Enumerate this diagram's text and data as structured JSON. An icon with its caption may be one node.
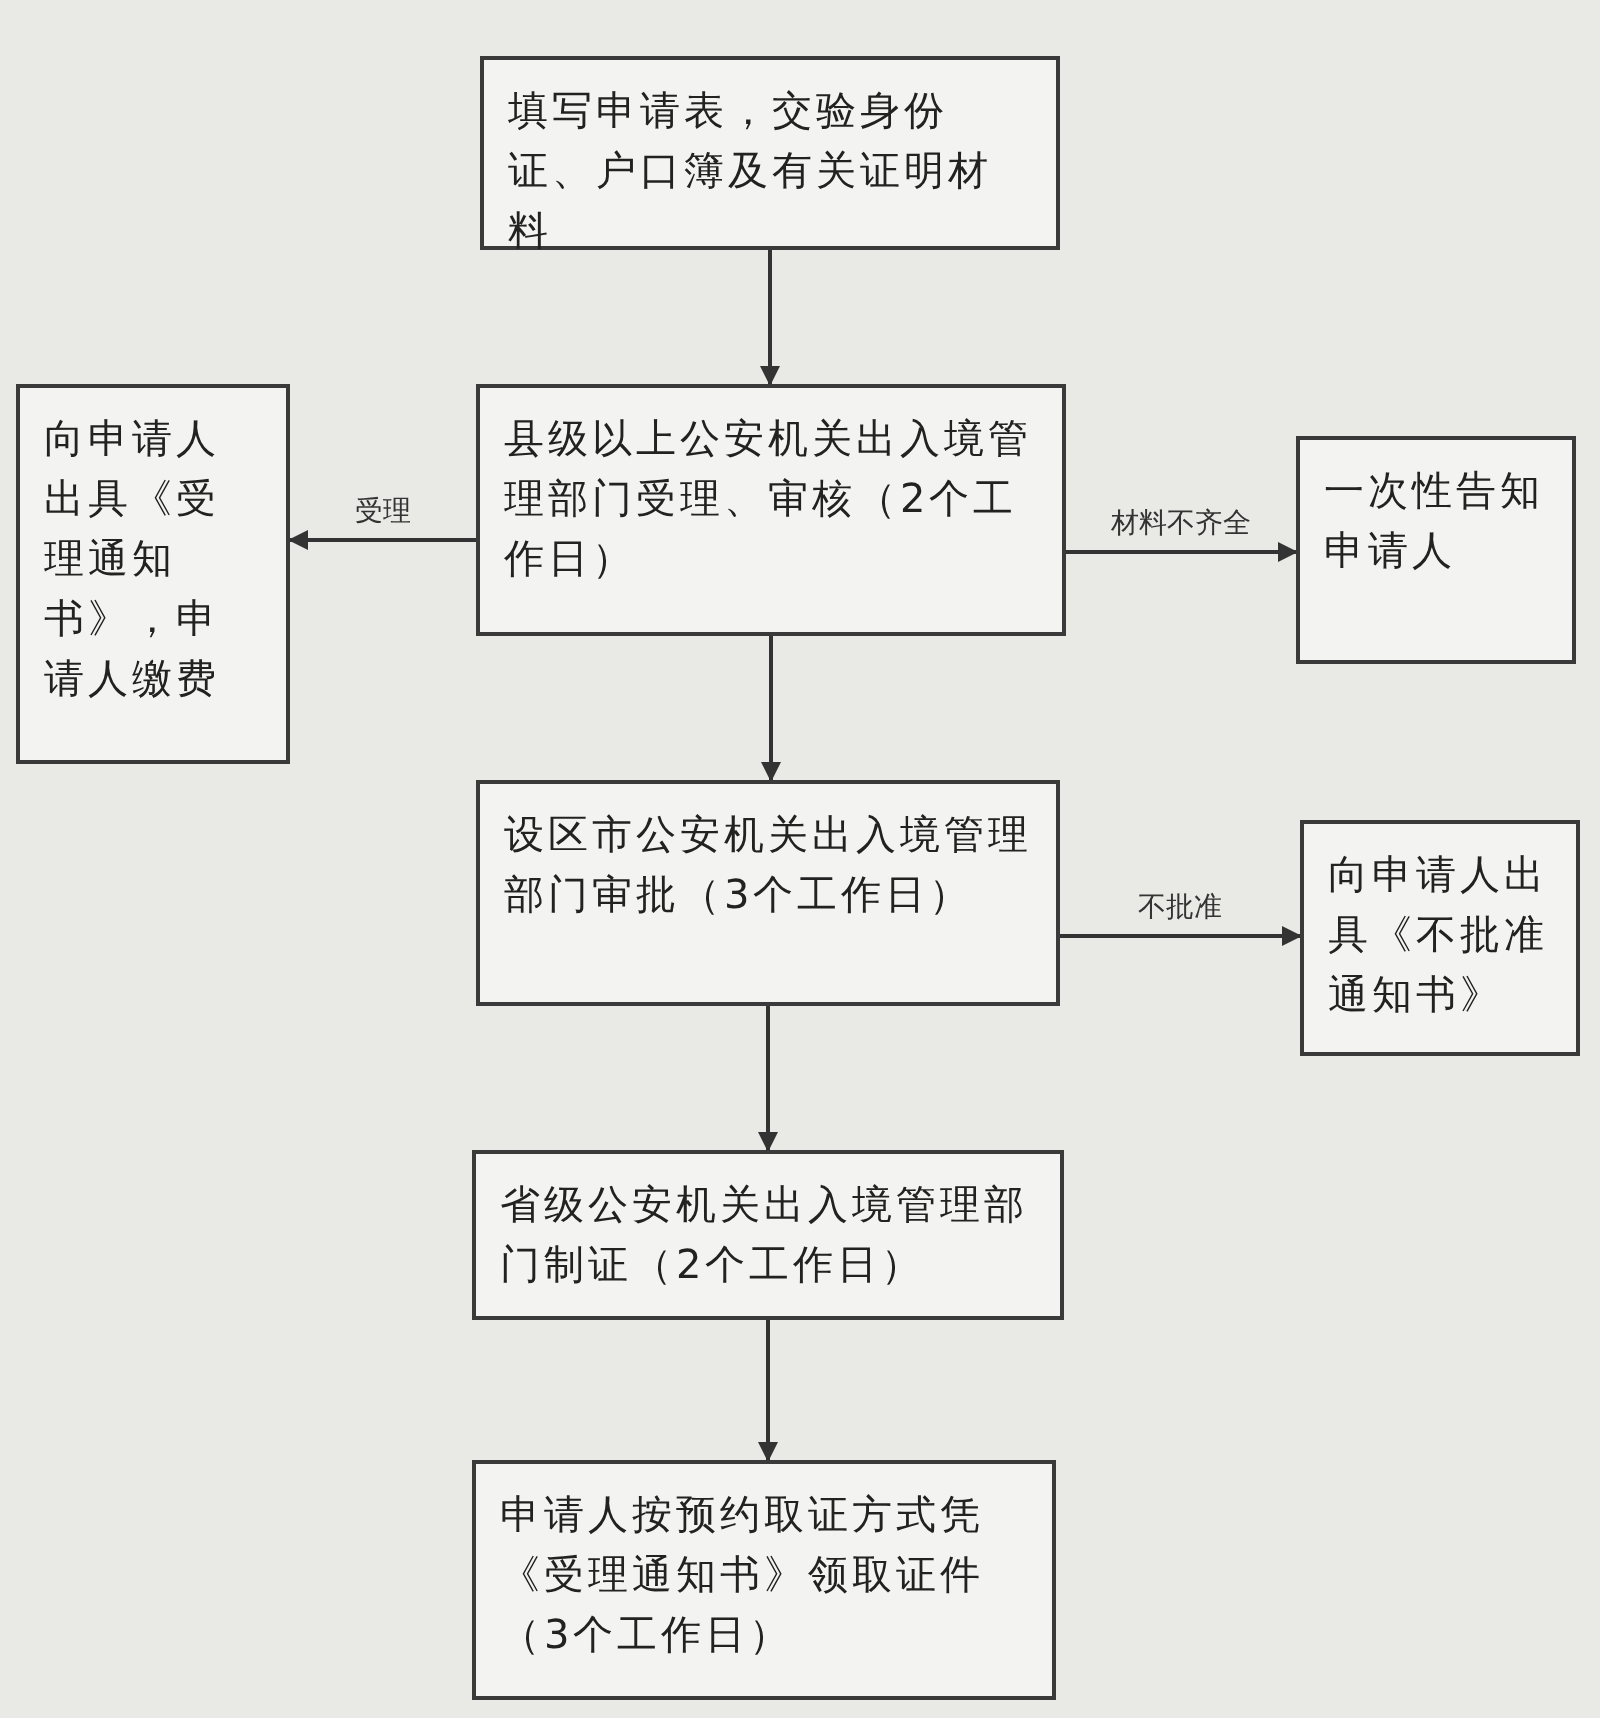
{
  "diagram": {
    "nodes": [
      {
        "text": [
          "填写申请表，交验身份证、户口簿及有关证明材料"
        ]
      },
      {
        "text": [
          "县级以上公安机关出入境管理部门受理、审核（2个工作日）"
        ]
      },
      {
        "text": [
          "向申请人出具《受理通知书》，申请人缴费"
        ]
      },
      {
        "text": [
          "一次性告知申请人"
        ]
      },
      {
        "text": [
          "设区市公安机关出入境管理部门审批（3个工作日）"
        ]
      },
      {
        "text": [
          "向申请人出具《不批准通知书》"
        ]
      },
      {
        "text": [
          "省级公安机关出入境管理部门制证（2个工作日）"
        ]
      },
      {
        "text": [
          "申请人按预约取证方式凭《受理通知书》领取证件（3个工作日）"
        ]
      }
    ],
    "edges": [
      {
        "from": 0,
        "to": 1,
        "arrow": "to"
      },
      {
        "from": 1,
        "to": 2,
        "arrow": "to",
        "label": "受理"
      },
      {
        "from": 1,
        "to": 3,
        "arrow": "to",
        "label": "材料不齐全"
      },
      {
        "from": 1,
        "to": 4,
        "arrow": "to"
      },
      {
        "from": 4,
        "to": 5,
        "arrow": "to",
        "label": "不批准"
      },
      {
        "from": 4,
        "to": 6,
        "arrow": "to"
      },
      {
        "from": 6,
        "to": 7,
        "arrow": "to"
      }
    ]
  }
}
